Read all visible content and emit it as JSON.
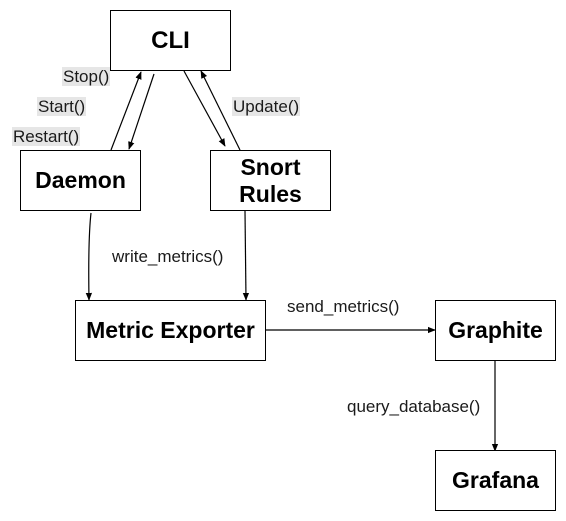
{
  "nodes": {
    "cli": "CLI",
    "daemon": "Daemon",
    "snort_rules": "Snort\nRules",
    "metric_exporter": "Metric Exporter",
    "graphite": "Graphite",
    "grafana": "Grafana"
  },
  "edges": {
    "stop": "Stop()",
    "start": "Start()",
    "restart": "Restart()",
    "update": "Update()",
    "write_metrics": "write_metrics()",
    "send_metrics": "send_metrics()",
    "query_database": "query_database()"
  },
  "colors": {
    "stroke": "#000000",
    "label_highlight": "#e6e6e6",
    "background": "#ffffff"
  }
}
